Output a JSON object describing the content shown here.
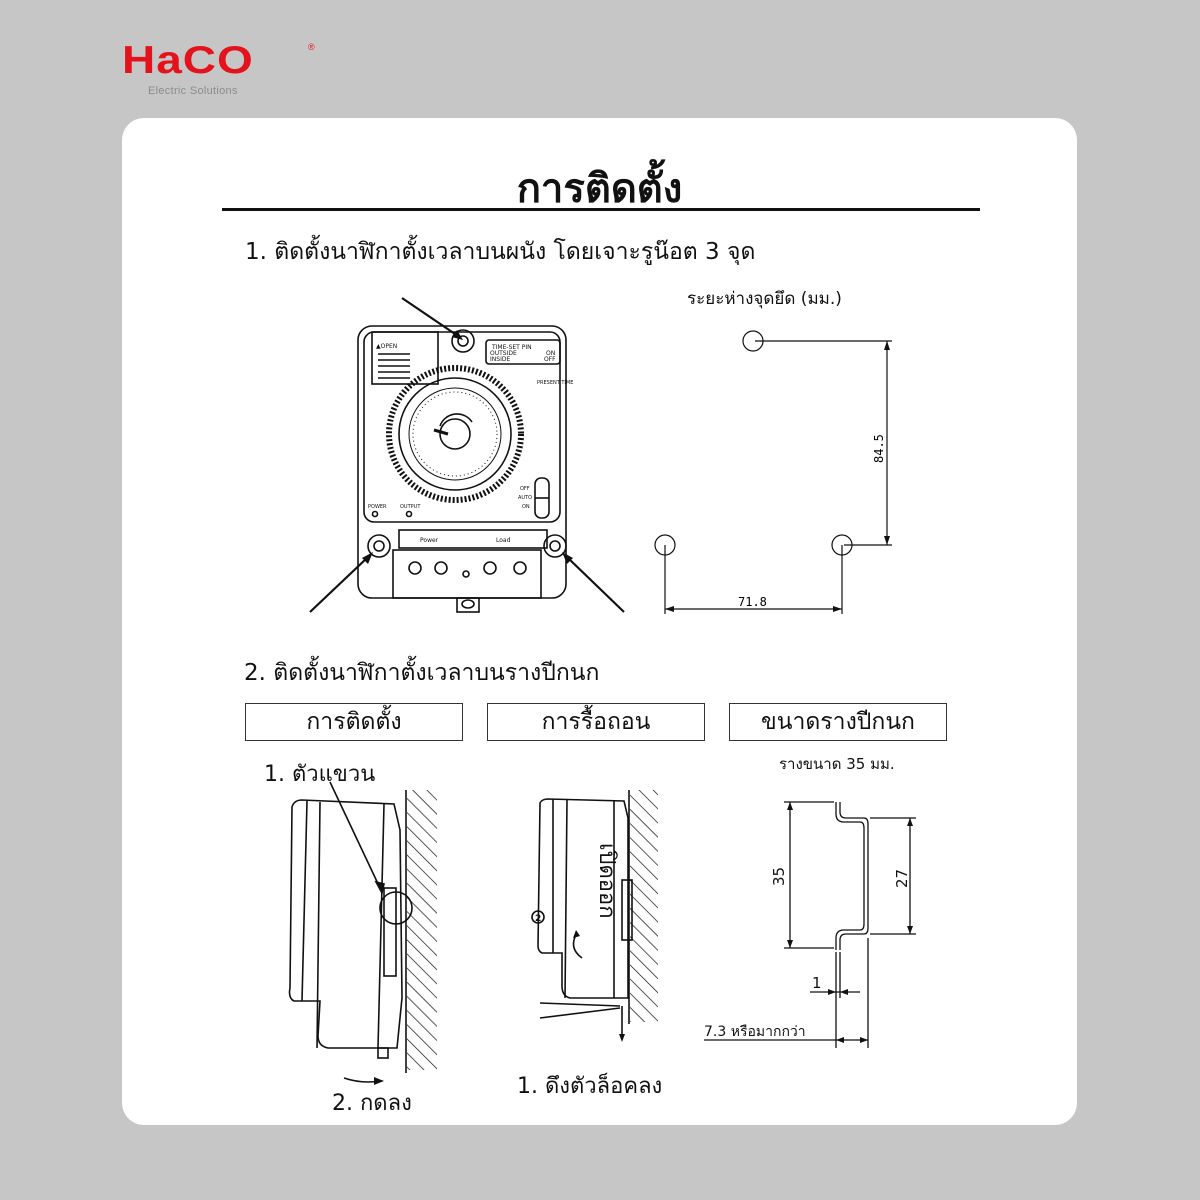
{
  "brand": {
    "name": "HaCO",
    "registered_mark": "®",
    "tagline": "Electric Solutions",
    "color": "#e4121b"
  },
  "page": {
    "background": "#c6c6c6",
    "card_background": "#ffffff",
    "title": "การติดตั้ง"
  },
  "section1": {
    "heading": "1. ติดตั้งนาฬิกาตั้งเวลาบนผนัง โดยเจาะรูน๊อต 3 จุด",
    "spacing_label": "ระยะห่างจุดยึด (มม.)",
    "device_labels": {
      "open": "▲OPEN",
      "time_set_pin": "TIME-SET PIN",
      "outside": "OUTSIDE",
      "on": "ON",
      "inside": "INSIDE",
      "off": "OFF",
      "present_time": "PRESENT TIME",
      "power_led": "POWER",
      "output_led": "OUTPUT",
      "switch_off": "OFF",
      "switch_auto": "AUTO",
      "switch_on": "ON",
      "terminal_power": "Power",
      "terminal_load": "Load"
    },
    "dimensions": {
      "vertical_mm": "84.5",
      "horizontal_mm": "71.8"
    }
  },
  "section2": {
    "heading": "2. ติดตั้งนาฬิกาตั้งเวลาบนรางปีกนก",
    "tabs": [
      {
        "label": "การติดตั้ง"
      },
      {
        "label": "การรื้อถอน"
      },
      {
        "label": "ขนาดรางปีกนก"
      }
    ],
    "install": {
      "step1": "1. ตัวแขวน",
      "step2": "2. กดลง"
    },
    "remove": {
      "step1": "1. ดึงตัวล็อคลง",
      "step2_marker": "2",
      "open_label": "เปิดออก"
    },
    "rail_size": {
      "caption": "รางขนาด 35 มม.",
      "height_total": "35",
      "height_inner": "27",
      "thickness": "1",
      "depth": "7.3 หรือมากกว่า"
    }
  }
}
